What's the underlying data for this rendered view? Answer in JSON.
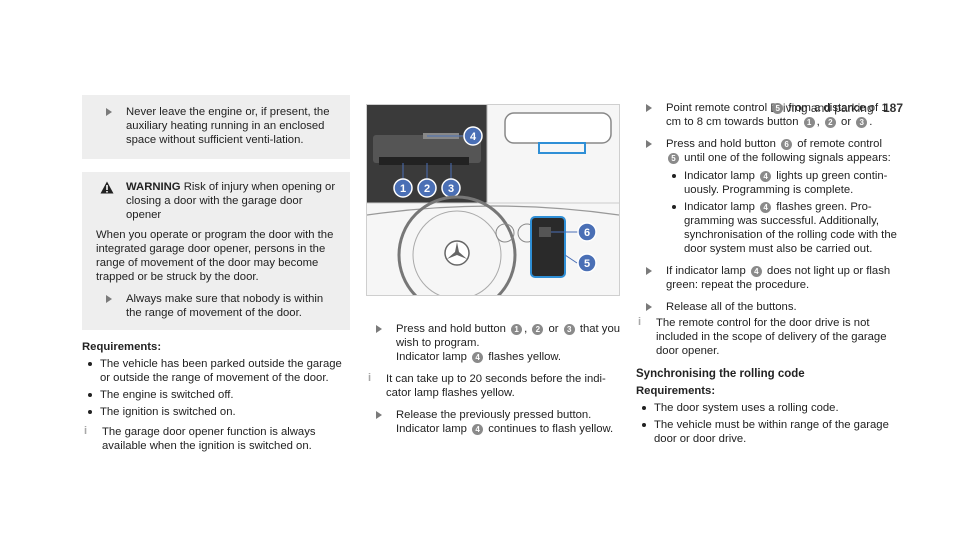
{
  "header": {
    "section": "Driving and parking",
    "page": "187"
  },
  "col1": {
    "step1_text": "Never leave the engine or, if present, the auxiliary heating running in an enclosed space without sufficient venti-lation.",
    "warning": {
      "title": "WARNING",
      "title_text": "Risk of injury when opening or closing a door with the garage door opener",
      "body": "When you operate or program the door with the integrated garage door opener, persons in the range of movement of the door may become trapped or be struck by the door.",
      "step_text": "Always make sure that nobody is within the range of movement of the door."
    },
    "requirements_label": "Requirements:",
    "requirements": [
      "The vehicle has been parked outside the garage or outside the range of movement of the door.",
      "The engine is switched off.",
      "The ignition is switched on."
    ],
    "note": "The garage door opener function is always available when the ignition is switched on."
  },
  "figure": {
    "callouts": [
      "1",
      "2",
      "3",
      "4",
      "5",
      "6"
    ]
  },
  "col2": {
    "step1_a": "Press and hold button",
    "b1": "1",
    "sep1": ",",
    "b2": "2",
    "sep2": "or",
    "b3": "3",
    "step1_b": "that you wish to program.",
    "step1_c": "Indicator lamp",
    "b4": "4",
    "step1_d": "flashes yellow.",
    "note": "It can take up to 20 seconds before the indi-cator lamp flashes yellow.",
    "step2_a": "Release the previously pressed button.",
    "step2_b": "Indicator lamp",
    "step2_c": "continues to flash yellow."
  },
  "col3": {
    "step1_a": "Point remote control",
    "b5": "5",
    "step1_b": "from a distance of 1 cm to 8 cm towards button",
    "b1": "1",
    "b2": "2",
    "or": "or",
    "b3": "3",
    "step2_a": "Press and hold button",
    "b6": "6",
    "step2_b": "of remote control",
    "step2_c": "until one of the following signals appears:",
    "bullet1_a": "Indicator lamp",
    "b4": "4",
    "bullet1_b": "lights up green contin-uously. Programming is complete.",
    "bullet2_a": "Indicator lamp",
    "bullet2_b": "flashes green. Pro-gramming was successful. Additionally, synchronisation of the rolling code with the door system must also be carried out.",
    "step3_a": "If indicator lamp",
    "step3_b": "does not light up or flash green: repeat the procedure.",
    "step4": "Release all of the buttons.",
    "note": "The remote control for the door drive is not included in the scope of delivery of the garage door opener.",
    "sync_heading": "Synchronising the rolling code",
    "requirements_label": "Requirements:",
    "requirements": [
      "The door system uses a rolling code.",
      "The vehicle must be within range of the garage door or door drive."
    ]
  },
  "colors": {
    "text": "#222222",
    "box_bg": "#eeeeee",
    "badge": "#8a8a8a",
    "callout": "#4a6fb5",
    "accent": "#2f8fd6"
  },
  "icons": [
    "arrow-right-icon",
    "warning-triangle-icon",
    "info-note-icon"
  ]
}
